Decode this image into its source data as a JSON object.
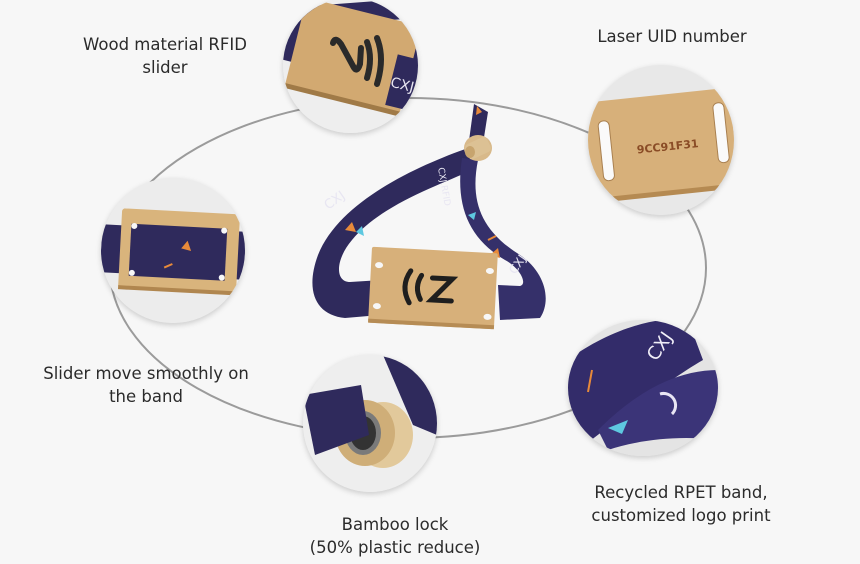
{
  "features": [
    {
      "id": "wood-slider",
      "lines": [
        "Wood material RFID",
        "slider"
      ]
    },
    {
      "id": "laser-uid",
      "lines": [
        "Laser UID number"
      ],
      "uid_text": "9CC91F31"
    },
    {
      "id": "slider-move",
      "lines": [
        "Slider move smoothly on",
        "the band"
      ]
    },
    {
      "id": "bamboo-lock",
      "lines": [
        "Bamboo lock",
        "(50% plastic reduce)"
      ]
    },
    {
      "id": "rpet-band",
      "lines": [
        "Recycled RPET band,",
        "customized logo print"
      ]
    }
  ],
  "band_print_text": "CXJ",
  "band_print_text_2": "CXJ.RFID",
  "colors": {
    "background": "#f7f7f7",
    "connector": "#9b9b9b",
    "band": "#2f2a5c",
    "wood": "#d7b07a",
    "text": "#2b2b2b",
    "accent_orange": "#e88a3a",
    "accent_cyan": "#5ec8e0"
  }
}
